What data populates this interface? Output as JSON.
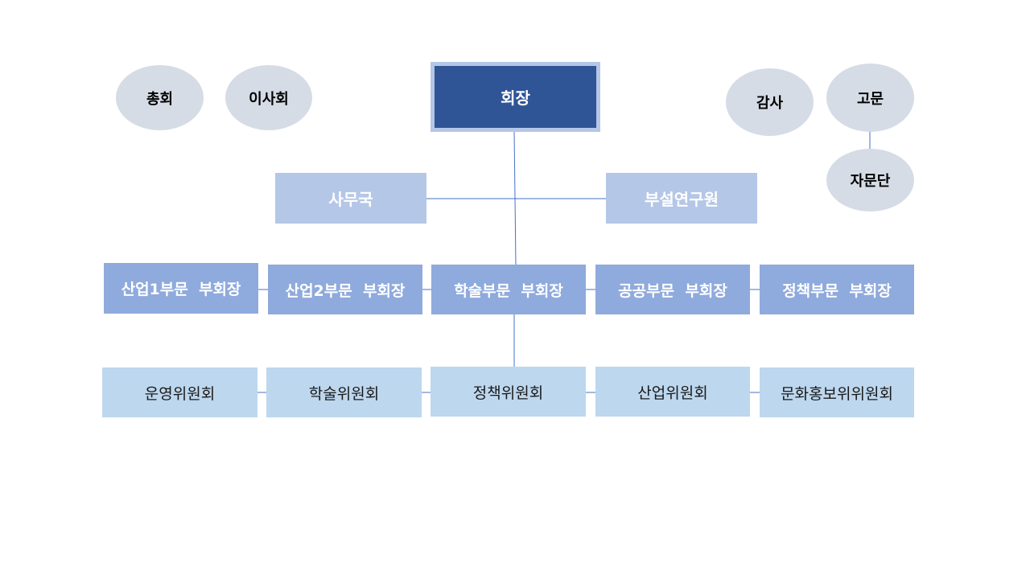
{
  "colors": {
    "president_fill": "#2f5597",
    "president_border": "#b4c7e7",
    "office_fill": "#b4c7e7",
    "vp_fill": "#8faadc",
    "committee_fill": "#bdd7ee",
    "ellipse_fill": "#d6dce5",
    "line": "#4472c4"
  },
  "top_left": {
    "general_assembly": "총회",
    "board": "이사회"
  },
  "president": "회장",
  "top_right": {
    "audit": "감사",
    "advisor": "고문",
    "advisory_group": "자문단"
  },
  "offices": {
    "secretariat": "사무국",
    "institute": "부설연구원"
  },
  "vice_presidents": [
    "산업1부문  부회장",
    "산업2부문  부회장",
    "학술부문  부회장",
    "공공부문  부회장",
    "정책부문  부회장"
  ],
  "committees": [
    "운영위원회",
    "학술위원회",
    "정책위원회",
    "산업위원회",
    "문화홍보위위원회"
  ]
}
